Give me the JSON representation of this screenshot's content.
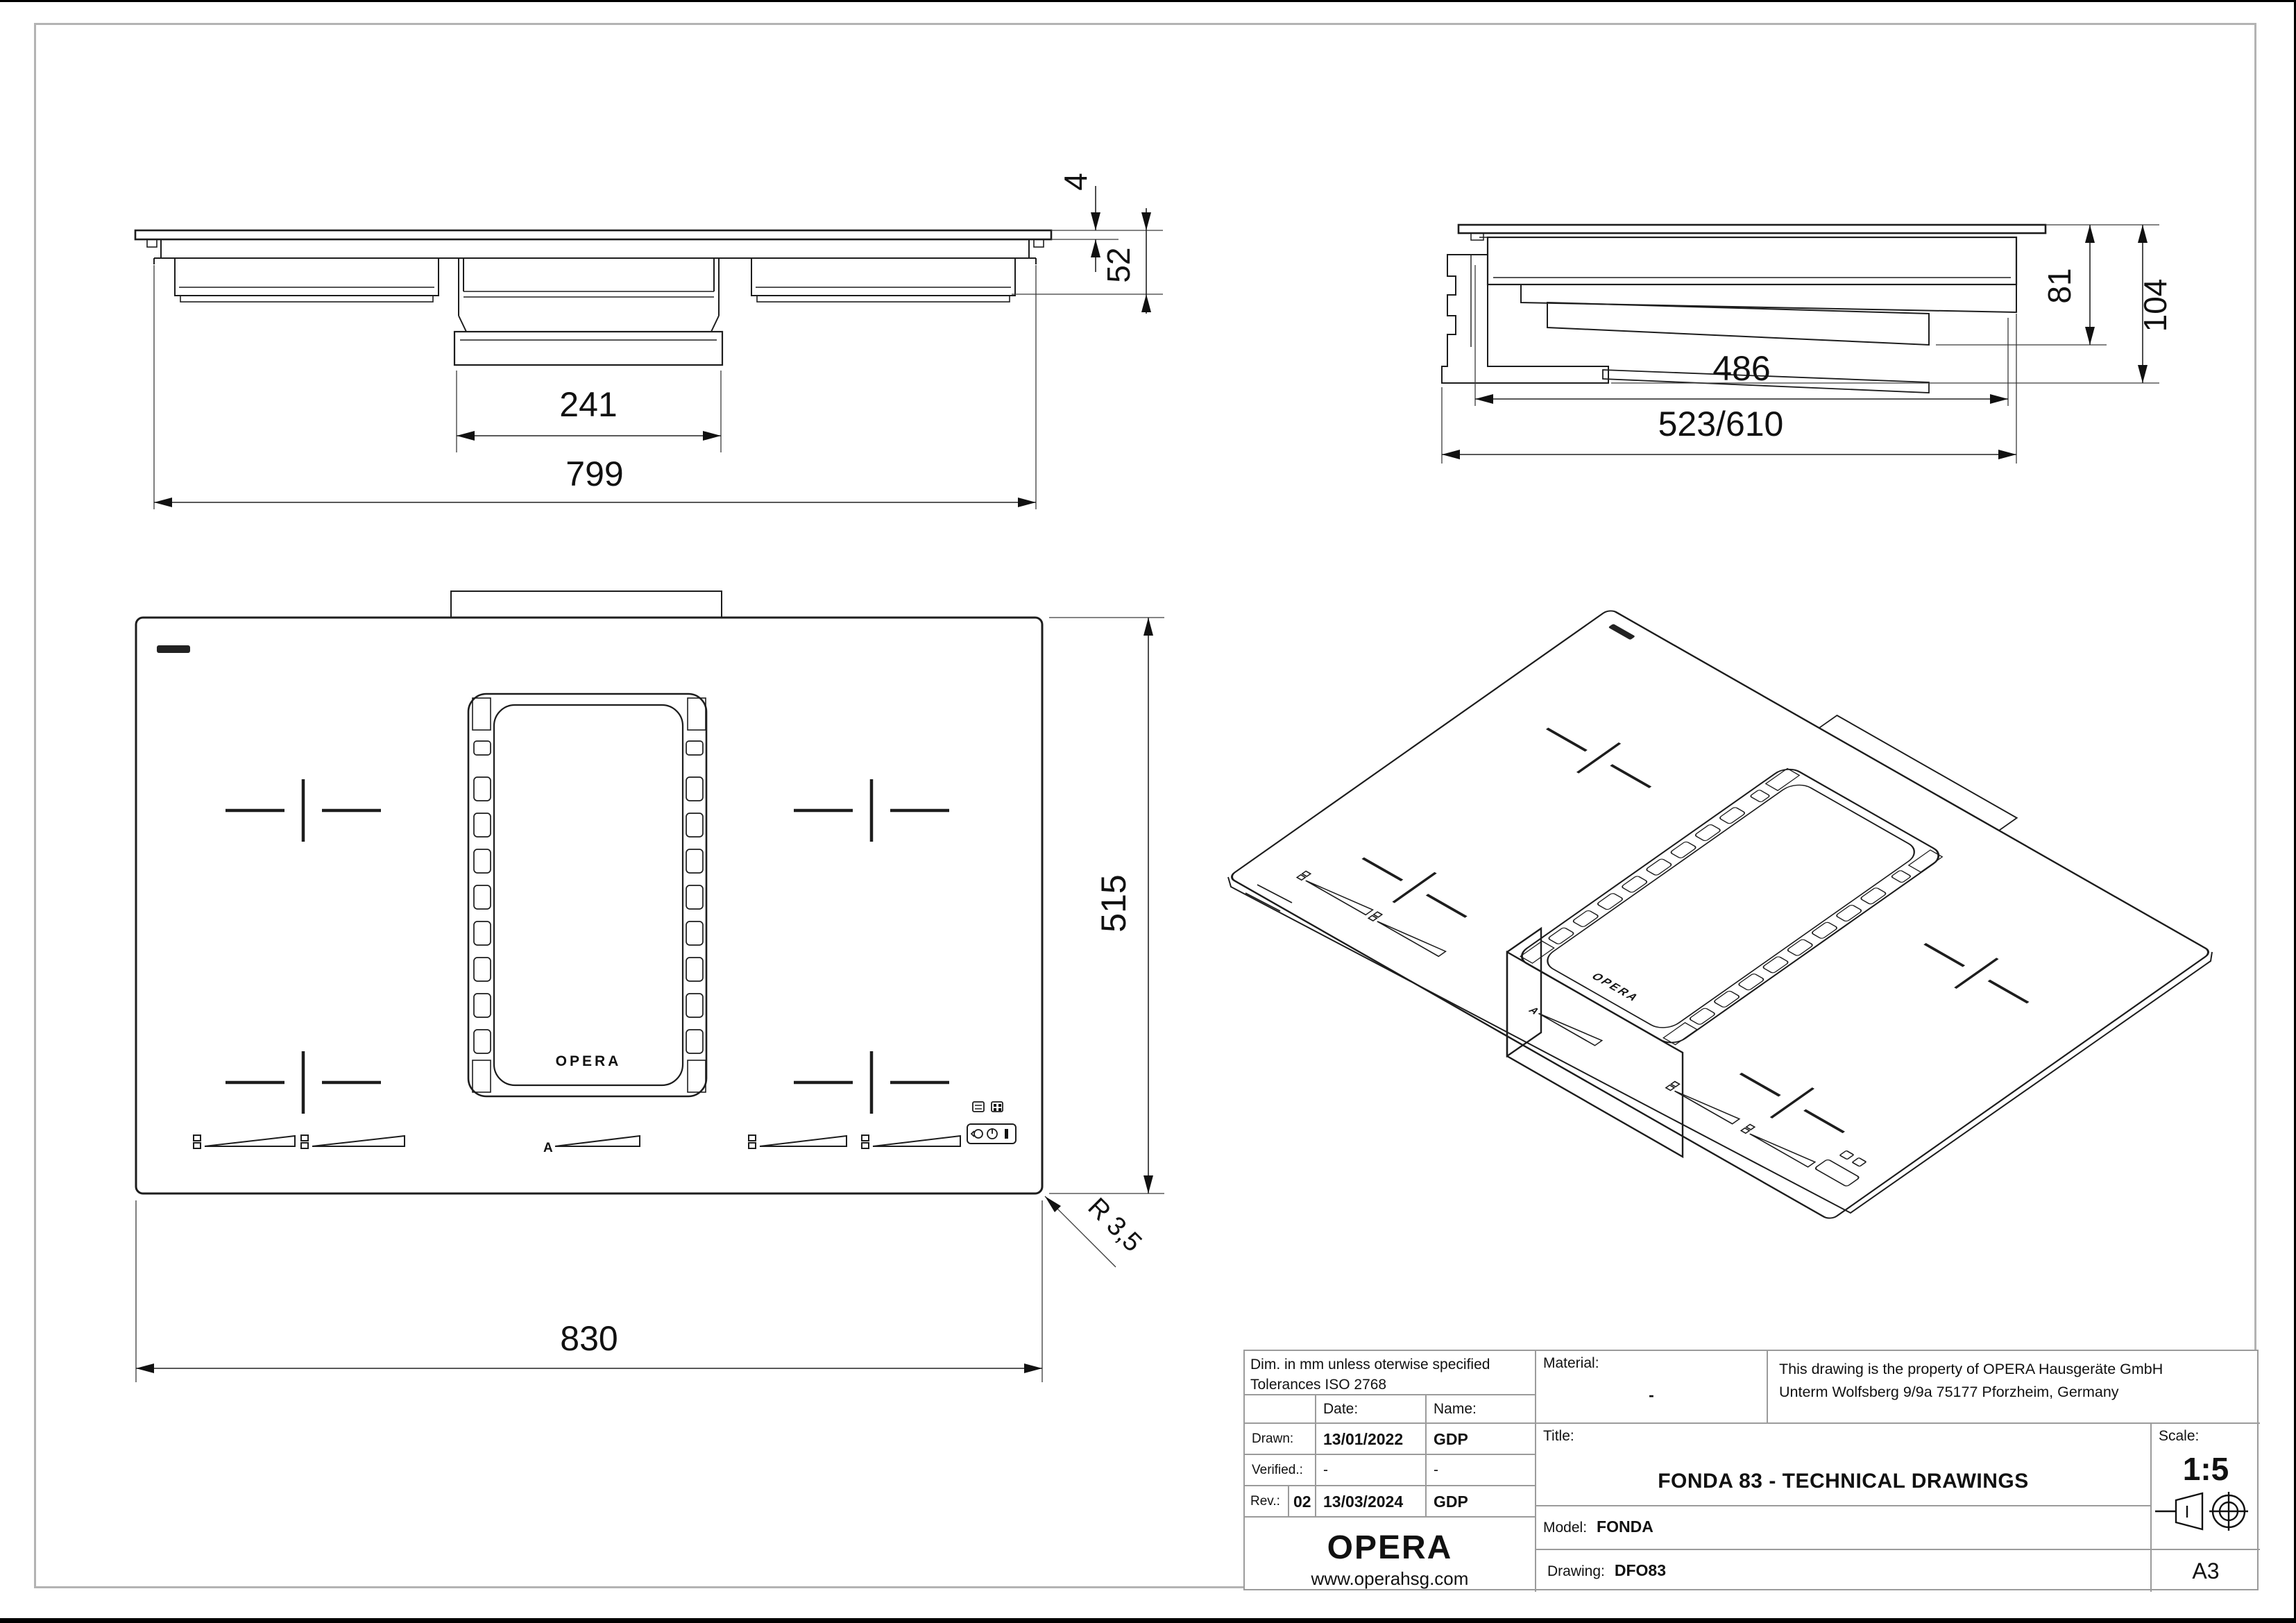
{
  "drawing": {
    "front_view": {
      "dim_glass_thickness": "4",
      "dim_height": "52",
      "dim_duct_width": "241",
      "dim_body_width": "799"
    },
    "side_view": {
      "dim_height_plenum": "81",
      "dim_height_total": "104",
      "dim_depth_duct": "486",
      "dim_depth_total": "523/610"
    },
    "plan_view": {
      "dim_depth": "515",
      "dim_width": "830",
      "dim_corner_radius": "R 3,5",
      "vent_logo": "OPERA",
      "slider_center_label": "A"
    },
    "iso_view": {
      "vent_logo": "OPERA",
      "slider_center_label": "A"
    }
  },
  "title_block": {
    "note_line1": "Dim. in mm unless oterwise specified",
    "note_line2": "Tolerances ISO 2768",
    "col_date": "Date:",
    "col_name": "Name:",
    "drawn_label": "Drawn:",
    "drawn_date": "13/01/2022",
    "drawn_name": "GDP",
    "verified_label": "Verified.:",
    "verified_date": "-",
    "verified_name": "-",
    "rev_label": "Rev.:",
    "rev_number": "02",
    "rev_date": "13/03/2024",
    "rev_name": "GDP",
    "material_label": "Material:",
    "material_value": "-",
    "property_line1": "This drawing is the property of OPERA Hausgeräte GmbH",
    "property_line2": "Unterm Wolfsberg 9/9a 75177 Pforzheim, Germany",
    "title_label": "Title:",
    "title": "FONDA 83 - TECHNICAL DRAWINGS",
    "model_label": "Model:",
    "model": "FONDA",
    "drawing_label": "Drawing:",
    "drawing_number": "DFO83",
    "scale_label": "Scale:",
    "scale": "1:5",
    "sheet_size": "A3",
    "company": "OPERA",
    "website": "www.operahsg.com"
  }
}
